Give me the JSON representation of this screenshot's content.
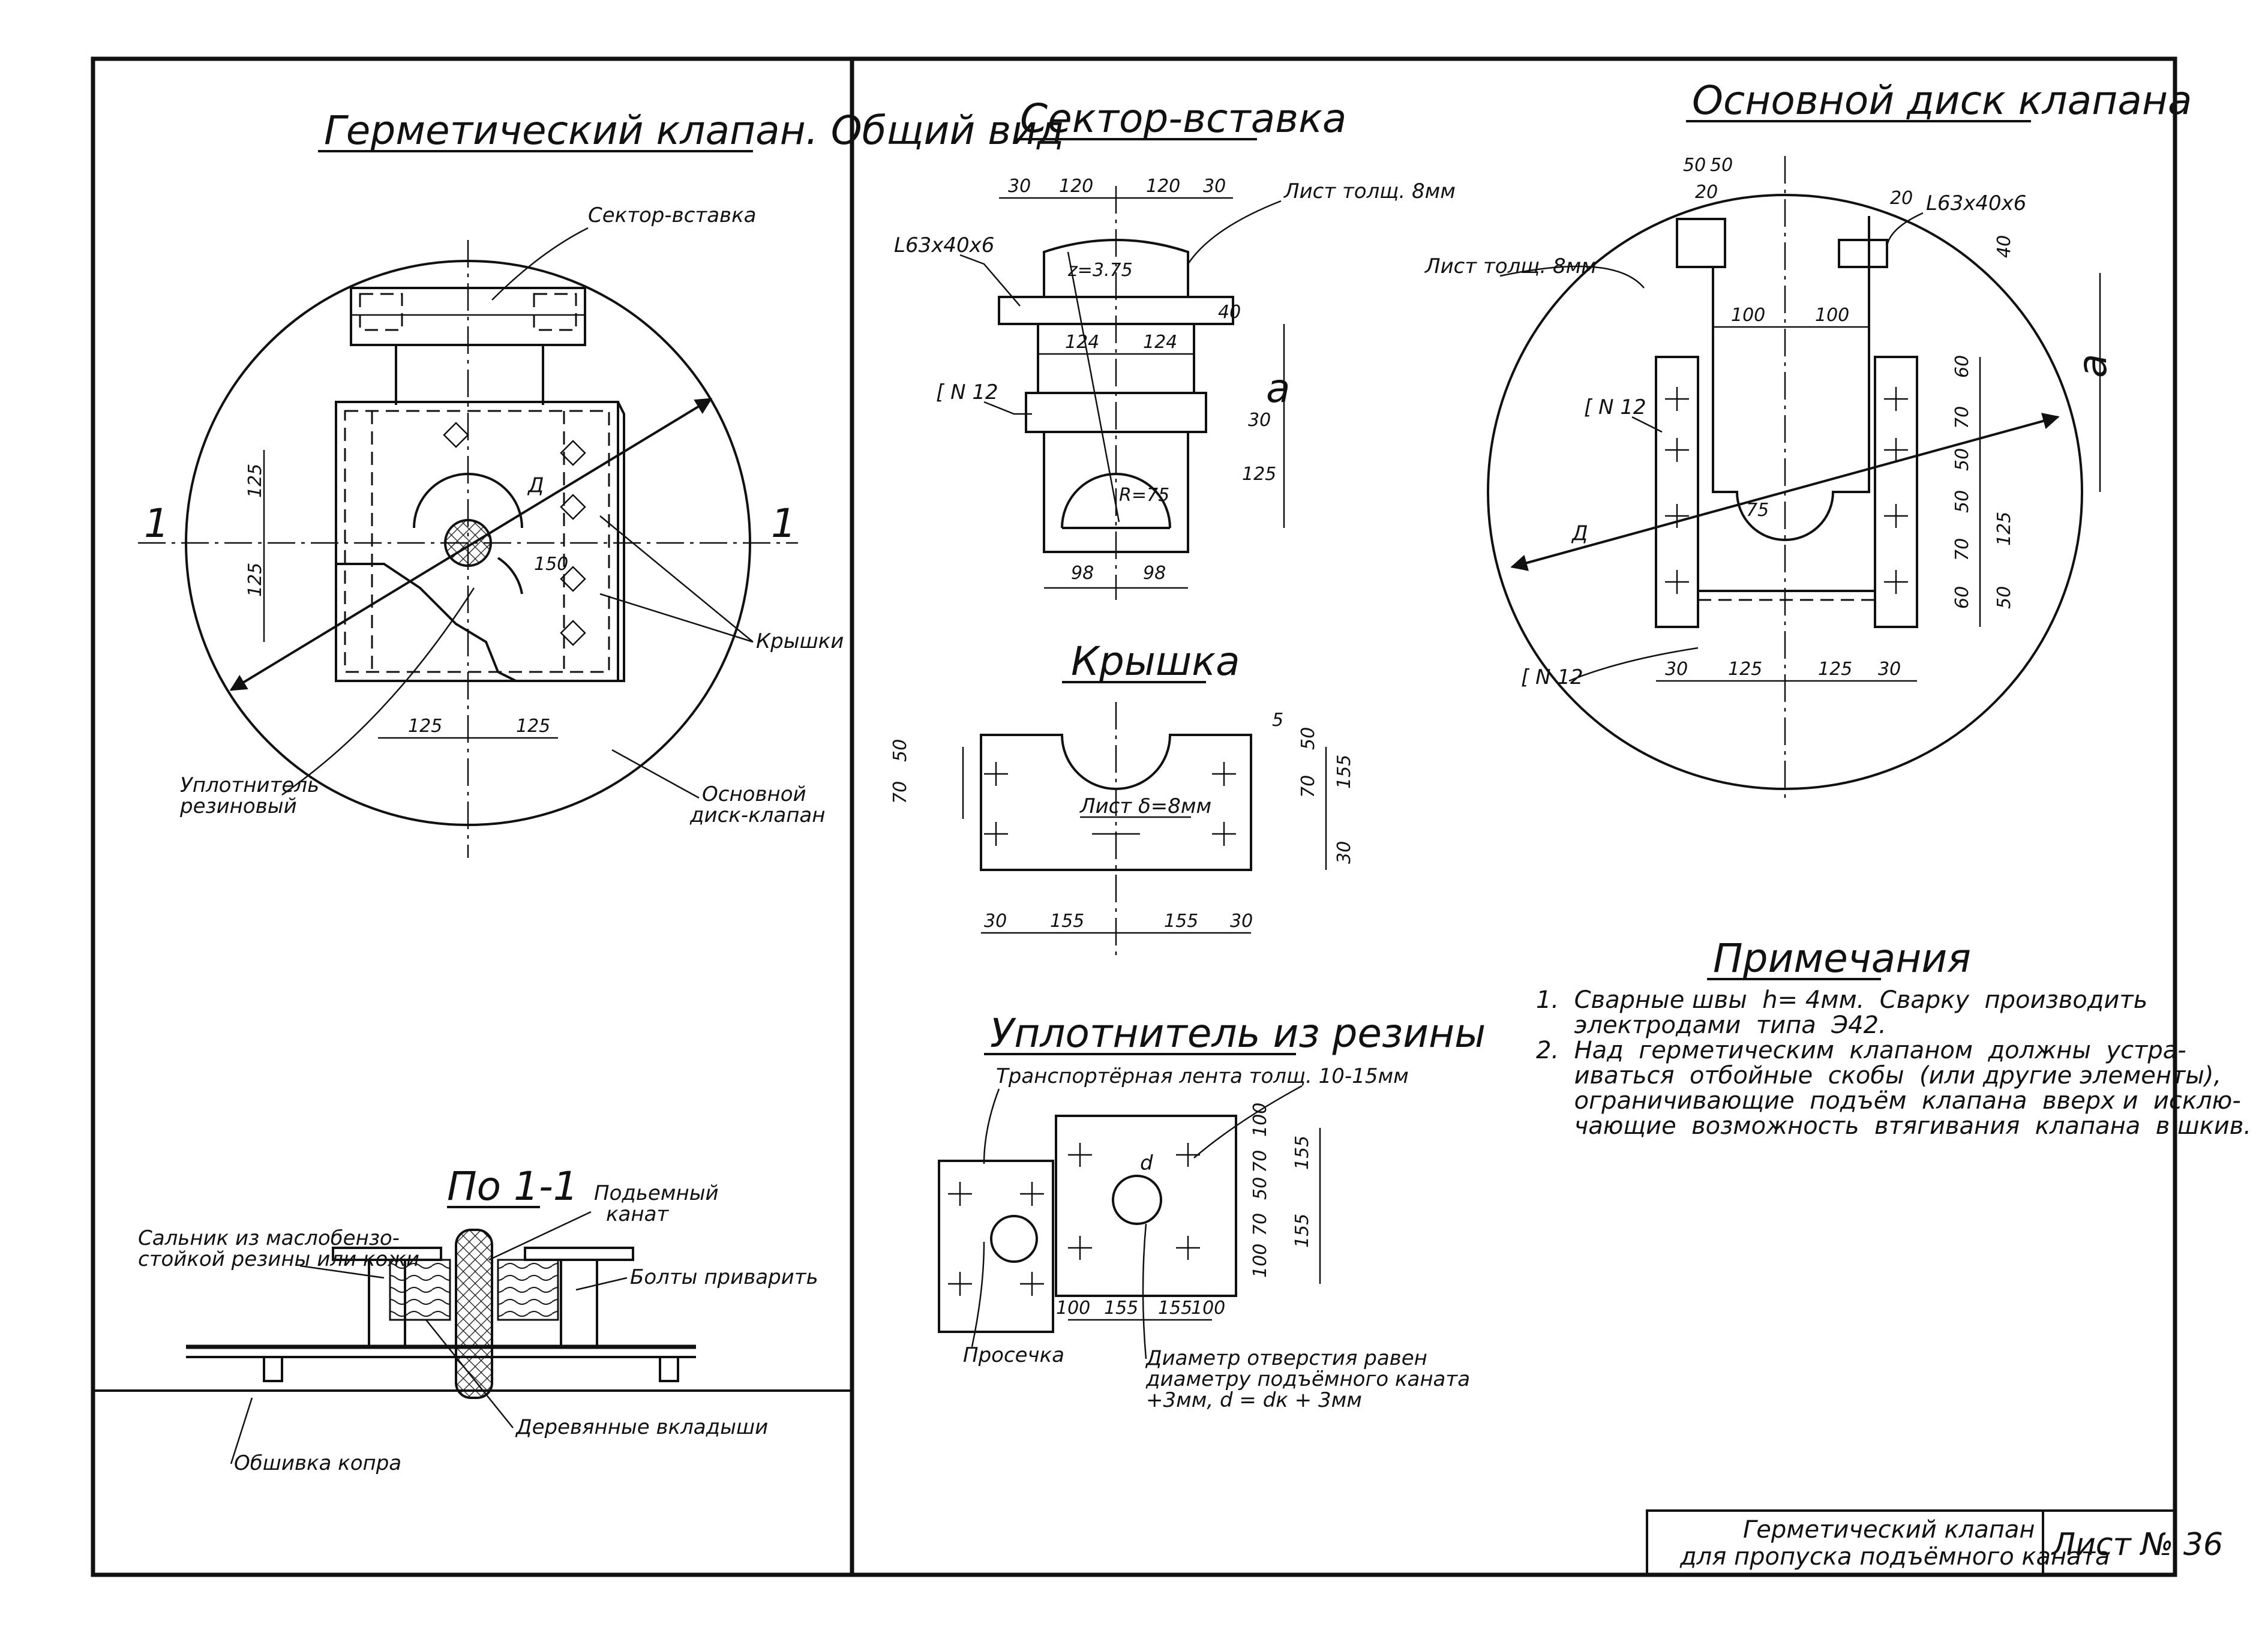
{
  "drawing": {
    "titles": {
      "general_view": "Герметический клапан. Общий вид",
      "sector_insert": "Сектор-вставка",
      "main_disk": "Основной диск клапана",
      "cover": "Крышка",
      "seal": "Уплотнитель из резины",
      "section": "По 1-1",
      "notes": "Примечания"
    },
    "general_view": {
      "label_sector": "Сектор-вставка",
      "label_covers": "Крышки",
      "label_seal": "Уплотнитель\nрезиновый",
      "label_seal_1": "Уплотнитель",
      "label_seal_2": "резиновый",
      "label_disk_1": "Основной",
      "label_disk_2": "диск-клапан",
      "section_mark": "1",
      "dim_D": "Д",
      "dims": [
        "125",
        "125",
        "125",
        "125",
        "150"
      ]
    },
    "sector_insert": {
      "label_angle": "L63x40x6",
      "label_channel": "[ N 12",
      "label_sheet": "Лист толщ. 8мм",
      "dims_top": [
        "30",
        "120",
        "120",
        "30"
      ],
      "dims_mid": [
        "124",
        "124"
      ],
      "dims_bottom": [
        "98",
        "98"
      ],
      "dims_right": [
        "40",
        "30",
        "125"
      ],
      "dim_a": "а",
      "r_label": "R=75",
      "z_label": "z=3.75"
    },
    "main_disk": {
      "label_sheet": "Лист толщ. 8мм",
      "label_angle": "L63x40x6",
      "label_channel_1": "[ N 12",
      "label_channel_2": "[ N 12",
      "dims_top": [
        "50",
        "50",
        "20",
        "20"
      ],
      "dims_inner": [
        "100",
        "100"
      ],
      "dims_bottom": [
        "30",
        "125",
        "125",
        "30"
      ],
      "dims_right": [
        "40",
        "60",
        "70",
        "50",
        "50",
        "70",
        "60"
      ],
      "dim_125": "125",
      "dim_50": "50",
      "dim_a": "а",
      "dim_D": "Д",
      "r_label": "75"
    },
    "cover": {
      "label_sheet": "Лист δ=8мм",
      "dims_left": [
        "50",
        "70"
      ],
      "dims_right": [
        "5",
        "50",
        "70",
        "155",
        "30"
      ],
      "dims_bottom": [
        "30",
        "155",
        "155",
        "30"
      ]
    },
    "seal": {
      "label_belt": "Транспортёрная лента толщ. 10-15мм",
      "label_cut": "Просечка",
      "label_hole_1": "Диаметр отверстия равен",
      "label_hole_2": "диаметру подъёмного каната",
      "label_hole_3": "+3мм, d = dк + 3мм",
      "dim_d": "d",
      "dims_right": [
        "100",
        "70",
        "50",
        "70",
        "100"
      ],
      "dims_right_2": [
        "155",
        "155"
      ],
      "dims_bottom": [
        "100",
        "155",
        "155",
        "100"
      ]
    },
    "section": {
      "label_rope_1": "Подьемный",
      "label_rope_2": "канат",
      "label_gland_1": "Сальник из маслобензо-",
      "label_gland_2": "стойкой резины или кожи",
      "label_bolts": "Болты приварить",
      "label_wood": "Деревянные вкладыши",
      "label_lining": "Обшивка копра"
    },
    "notes": {
      "items": [
        "1.  Сварные швы  h= 4мм.  Сварку  производить",
        "     электродами  типа  Э42.",
        "2.  Над  герметическим  клапаном  должны  устра-",
        "     иваться  отбойные  скобы  (или другие элементы),",
        "     ограничивающие  подъём  клапана  вверх и  исклю-",
        "     чающие  возможность  втягивания  клапана  в шкив."
      ]
    },
    "title_block": {
      "line1": "Герметический клапан",
      "line2": "для пропуска подъёмного каната",
      "sheet": "Лист № 36"
    }
  }
}
